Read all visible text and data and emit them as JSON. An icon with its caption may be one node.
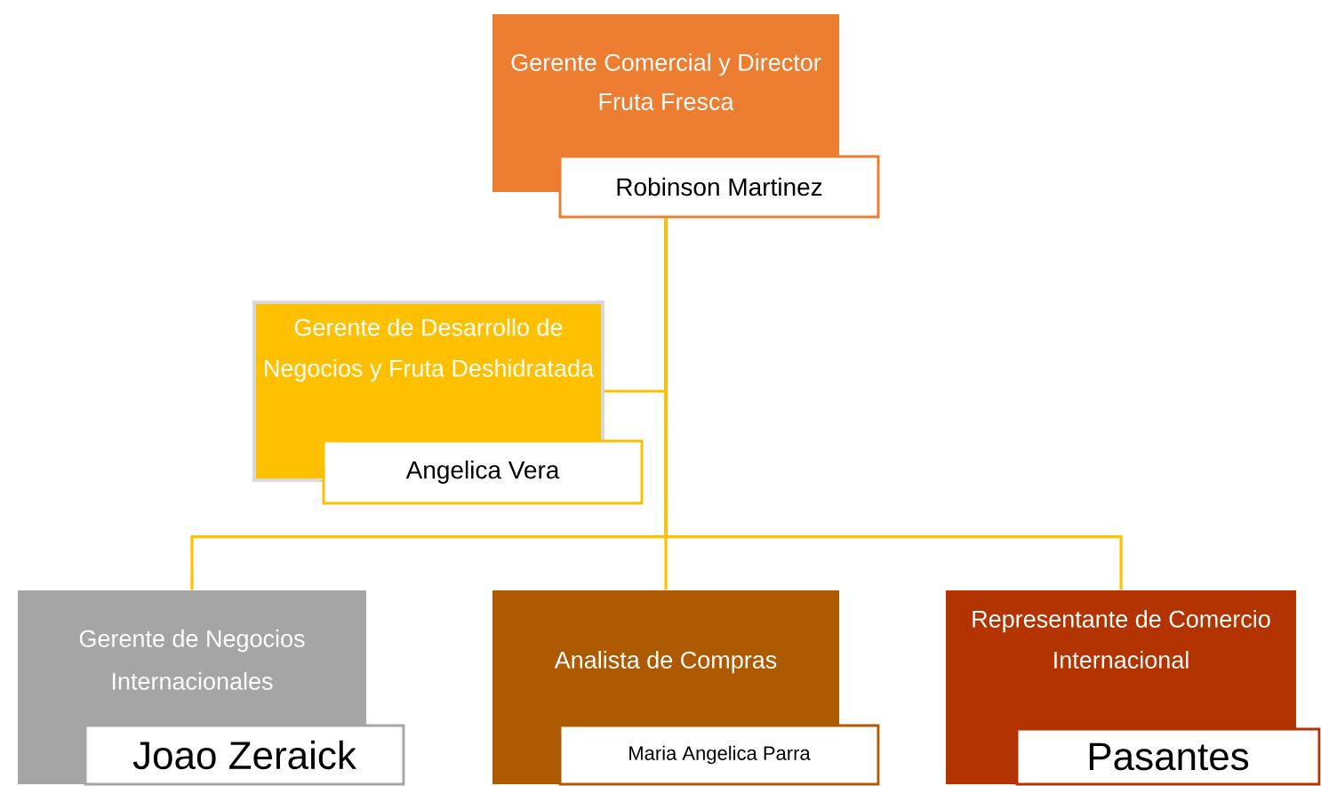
{
  "diagram": {
    "nodes": [
      {
        "text": [
          "Gerente Comercial y Director Fruta Fresca",
          "Robinson Martinez"
        ]
      },
      {
        "text": [
          "Gerente de Desarrollo de Negocios y Fruta Deshidratada",
          "Angelica Vera"
        ]
      },
      {
        "text": [
          "Gerente de Negocios Internacionales",
          "Joao Zeraick"
        ]
      },
      {
        "text": [
          "Analista de Compras",
          "Maria Angelica Parra"
        ]
      },
      {
        "text": [
          "Representante de Comercio Internacional",
          "Pasantes"
        ]
      }
    ],
    "edges": [
      {
        "from": 0,
        "to": 1,
        "arrow": "none"
      },
      {
        "from": 0,
        "to": 2,
        "arrow": "none"
      },
      {
        "from": 0,
        "to": 3,
        "arrow": "none"
      },
      {
        "from": 0,
        "to": 4,
        "arrow": "none"
      }
    ]
  }
}
